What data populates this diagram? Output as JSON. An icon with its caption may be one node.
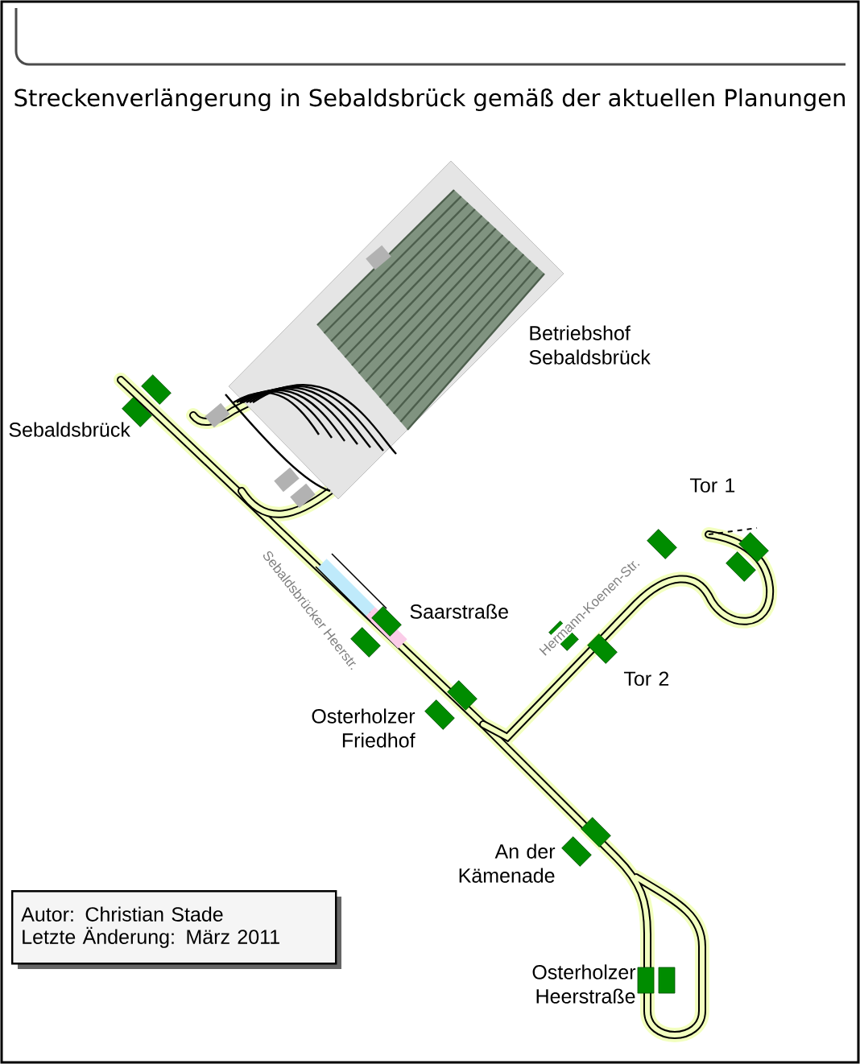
{
  "diagram": {
    "title": "Streckenverlängerung in Sebaldsbrück gemäß der aktuellen Planungen",
    "nodes": [
      {
        "text": [
          "Autor: Christian Stade",
          "Letzte Änderung: März 2011"
        ]
      }
    ],
    "labels": [
      "Betriebshof Sebaldsbrück",
      "Sebaldsbrück",
      "Tor 1",
      "Sebaldsbrücker Heerstr.",
      "Hermann-Koenen-Str.",
      "Saarstraße",
      "Tor 2",
      "Osterholzer Friedhof",
      "An der Kämenade",
      "Osterholzer Heerstraße"
    ]
  }
}
